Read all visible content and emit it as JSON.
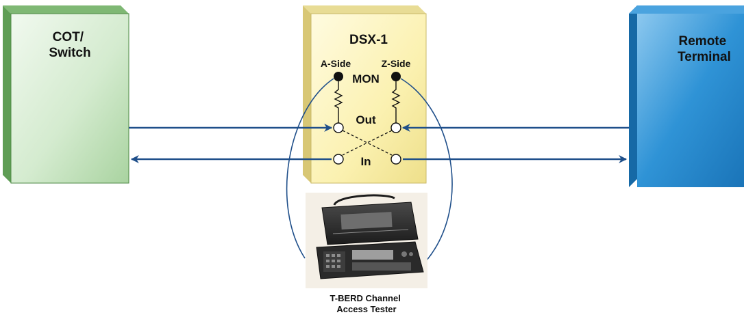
{
  "cot": {
    "title_line1": "COT/",
    "title_line2": "Switch"
  },
  "dsx": {
    "title": "DSX-1",
    "a_side": "A-Side",
    "z_side": "Z-Side",
    "mon": "MON",
    "out": "Out",
    "in": "In"
  },
  "remote": {
    "title_line1": "Remote",
    "title_line2": "Terminal"
  },
  "tester": {
    "caption_line1": "T-BERD Channel",
    "caption_line2": "Access Tester"
  },
  "colors": {
    "cot_face": "#cfe8c8",
    "cot_side": "#5f9d55",
    "dsx_face": "#fbf3b6",
    "dsx_side": "#d8c775",
    "remote_face": "#2b8fd3",
    "remote_side": "#1669a6",
    "signal_line": "#1f4f8a",
    "jack_fill": "#111111"
  }
}
